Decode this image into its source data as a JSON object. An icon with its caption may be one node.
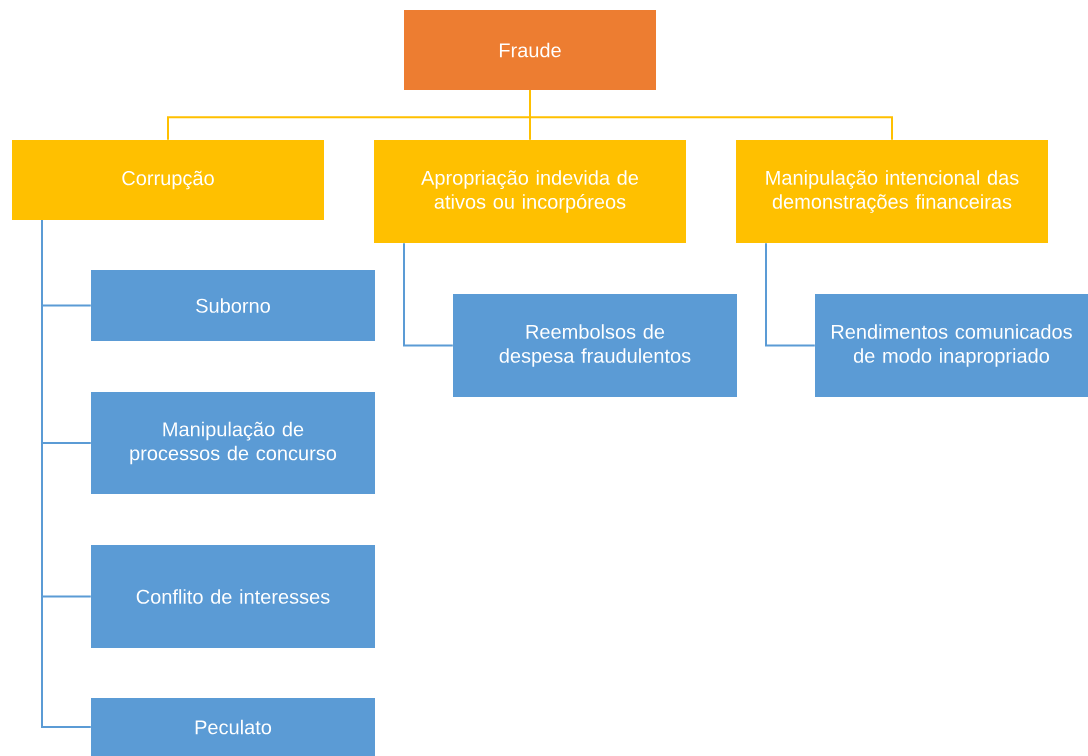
{
  "diagram": {
    "nodes": [
      {
        "text": [
          "Fraude"
        ]
      },
      {
        "text": [
          "Corrupção"
        ]
      },
      {
        "text": [
          "Apropriação indevida de ativos ou incorpóreos"
        ]
      },
      {
        "text": [
          "Manipulação intencional das demonstrações financeiras"
        ]
      },
      {
        "text": [
          "Suborno"
        ]
      },
      {
        "text": [
          "Manipulação de processos de concurso"
        ]
      },
      {
        "text": [
          "Conflito de interesses"
        ]
      },
      {
        "text": [
          "Peculato"
        ]
      },
      {
        "text": [
          "Reembolsos de despesa fraudulentos"
        ]
      },
      {
        "text": [
          "Rendimentos comunicados de modo inapropriado"
        ]
      }
    ],
    "edges": [
      {
        "from": 0,
        "to": 1,
        "arrow": "none",
        "color": "#ffc000"
      },
      {
        "from": 0,
        "to": 2,
        "arrow": "none",
        "color": "#ffc000"
      },
      {
        "from": 0,
        "to": 3,
        "arrow": "none",
        "color": "#ffc000"
      },
      {
        "from": 1,
        "to": 4,
        "arrow": "none"
      },
      {
        "from": 1,
        "to": 5,
        "arrow": "none"
      },
      {
        "from": 1,
        "to": 6,
        "arrow": "none"
      },
      {
        "from": 1,
        "to": 7,
        "arrow": "none"
      },
      {
        "from": 2,
        "to": 8,
        "arrow": "none"
      },
      {
        "from": 3,
        "to": 9,
        "arrow": "none"
      }
    ]
  }
}
